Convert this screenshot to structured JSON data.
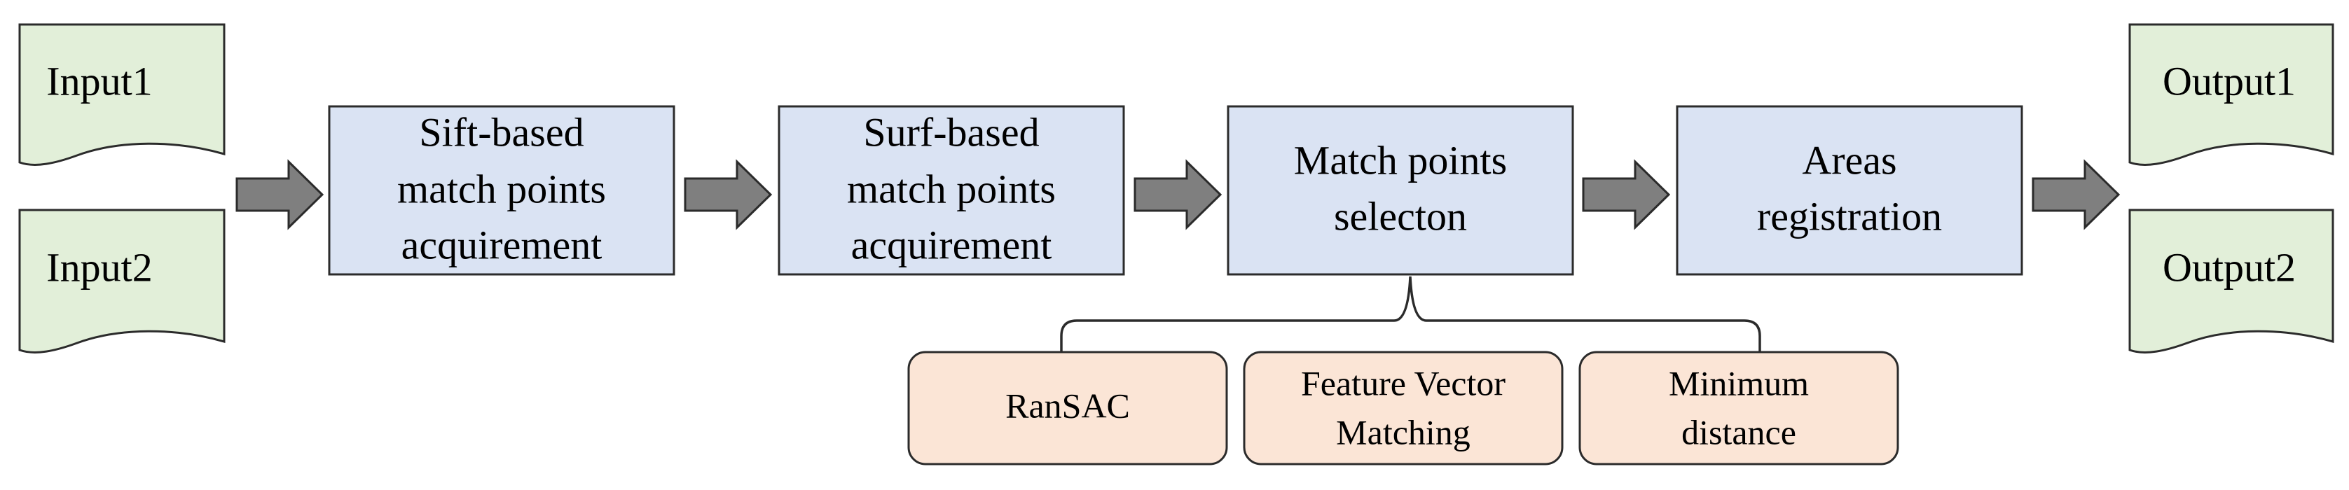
{
  "inputs": [
    "Input1",
    "Input2"
  ],
  "steps": [
    [
      "Sift-based",
      "match points",
      "acquirement"
    ],
    [
      "Surf-based",
      "match points",
      "acquirement"
    ],
    [
      "Match points",
      "selecton"
    ],
    [
      "Areas",
      "registration"
    ]
  ],
  "methods": [
    [
      "RanSAC"
    ],
    [
      "Feature Vector",
      "Matching"
    ],
    [
      "Minimum",
      "distance"
    ]
  ],
  "outputs": [
    "Output1",
    "Output2"
  ],
  "colors": {
    "document_fill": "#e2efd9",
    "step_fill": "#dae3f3",
    "method_fill": "#fbe5d6",
    "arrow_fill": "#7f7f7f"
  }
}
